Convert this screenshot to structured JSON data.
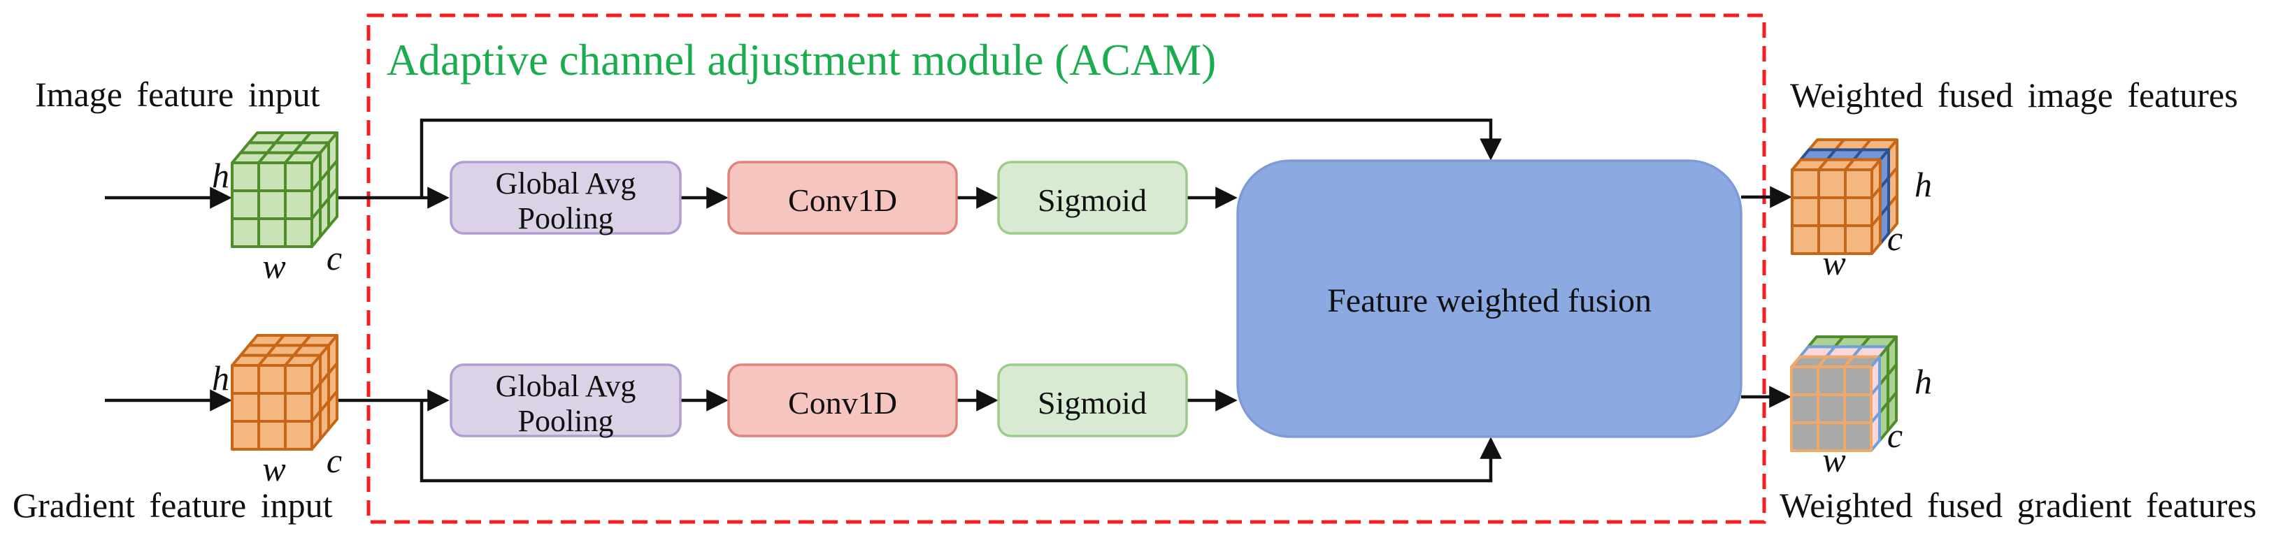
{
  "figure": {
    "title": "Adaptive channel adjustment module (ACAM)",
    "inputs": {
      "image_label": "Image feature input",
      "gradient_label": "Gradient feature input"
    },
    "outputs": {
      "image_label": "Weighted fused image features",
      "gradient_label": "Weighted fused gradient features"
    },
    "blocks": {
      "gap_line1": "Global Avg",
      "gap_line2": "Pooling",
      "conv": "Conv1D",
      "sigmoid": "Sigmoid",
      "fusion": "Feature weighted fusion"
    },
    "dims": {
      "h": "h",
      "w": "w",
      "c": "c"
    }
  },
  "palette": {
    "title_green": "#1CAC50",
    "border_red": "#F51D1D",
    "line_black": "#111111",
    "gap_fill": "#DCD2E8",
    "gap_stroke": "#B29CD1",
    "conv_fill": "#F6C5C0",
    "conv_stroke": "#E0837C",
    "sigmoid_fill": "#D8EAD2",
    "sigmoid_stroke": "#9CCB8B",
    "fusion_fill": "#8DA9E2",
    "fusion_stroke": "#7E9BD8",
    "cell_green_fill": "#C9E2B6",
    "cell_green_stroke": "#4F8D2A",
    "cell_orange_fill": "#F4B77F",
    "cell_orange_stroke": "#C76617",
    "cell_blue_fill": "#7396D8",
    "cell_blue_stroke": "#2D5291",
    "cell_gray_fill": "#A9A9A9",
    "cell_gray_stroke": "#F2A866",
    "cell_pink_fill": "#F8D7DC",
    "cell_pink_stroke": "#6FA0DB",
    "cell_lgreen_fill": "#ACD394",
    "cell_lgreen_stroke": "#4F8D2A"
  }
}
